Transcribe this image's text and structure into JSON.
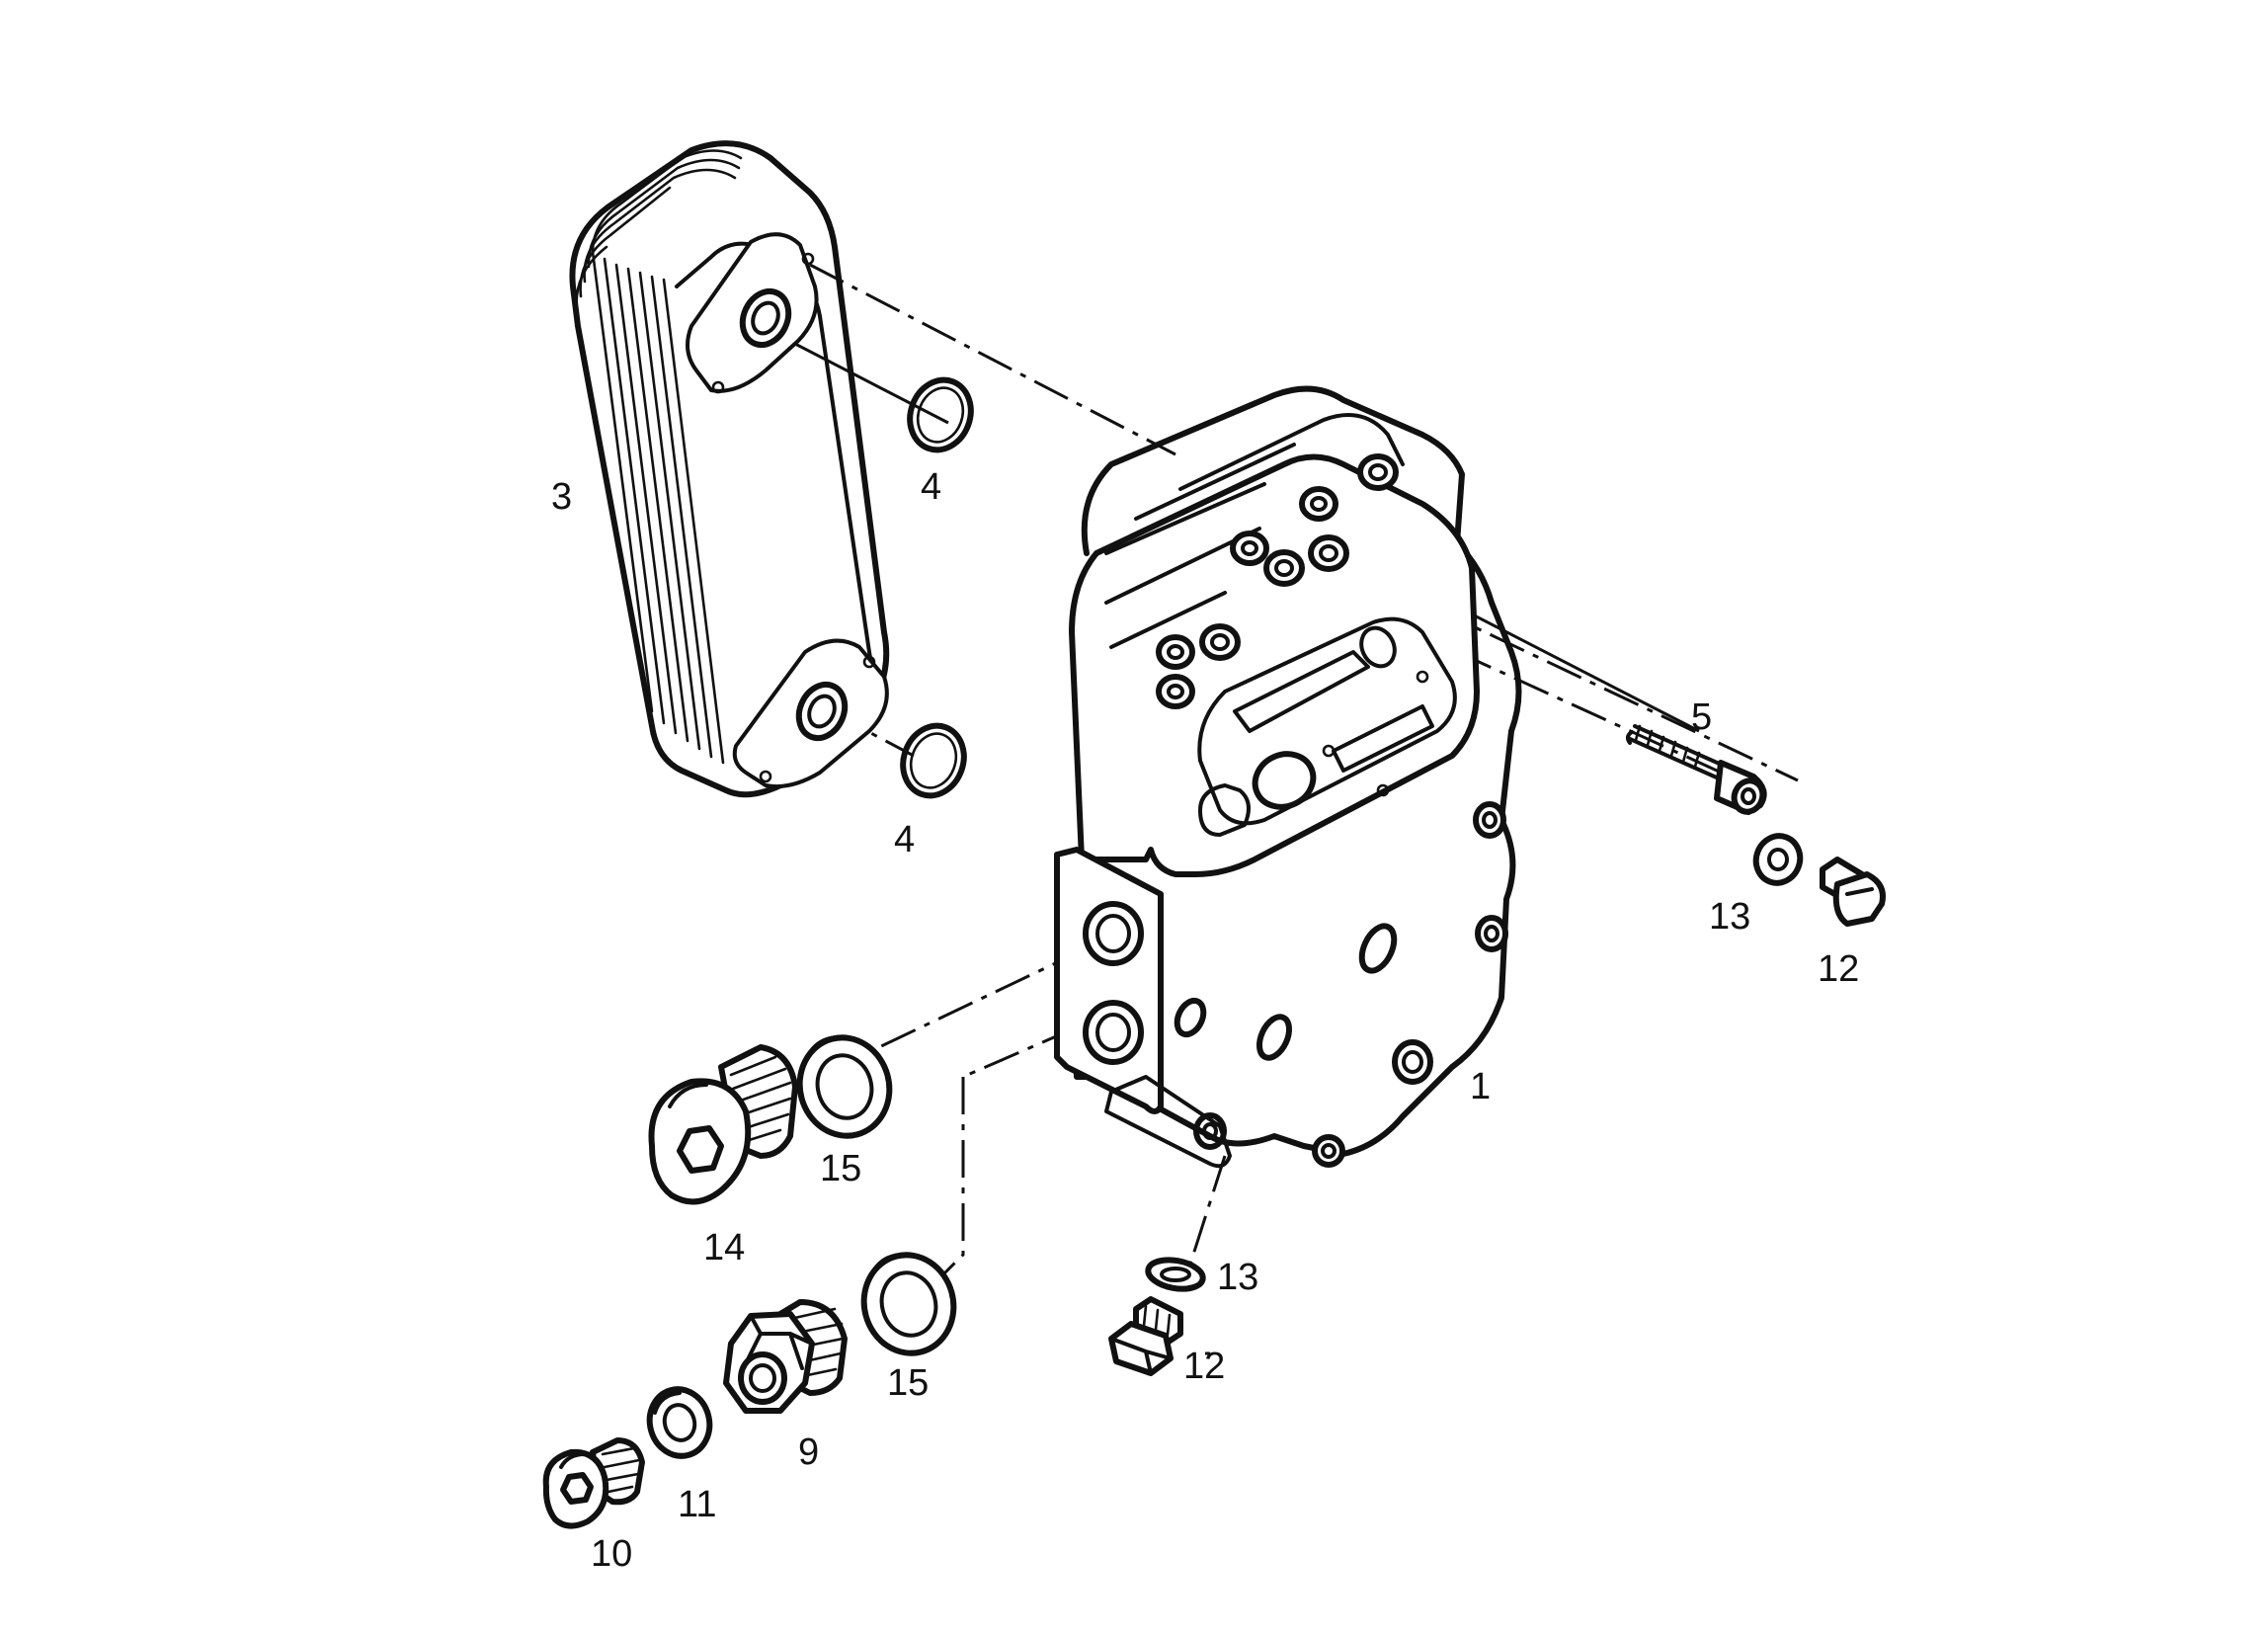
{
  "callouts": {
    "c1": "1",
    "c3": "3",
    "c4a": "4",
    "c4b": "4",
    "c5": "5",
    "c9": "9",
    "c10": "10",
    "c11": "11",
    "c12a": "12",
    "c12b": "12",
    "c13a": "13",
    "c13b": "13",
    "c14": "14",
    "c15a": "15",
    "c15b": "15"
  },
  "colors": {
    "ink": "#111111",
    "paper": "#ffffff"
  }
}
